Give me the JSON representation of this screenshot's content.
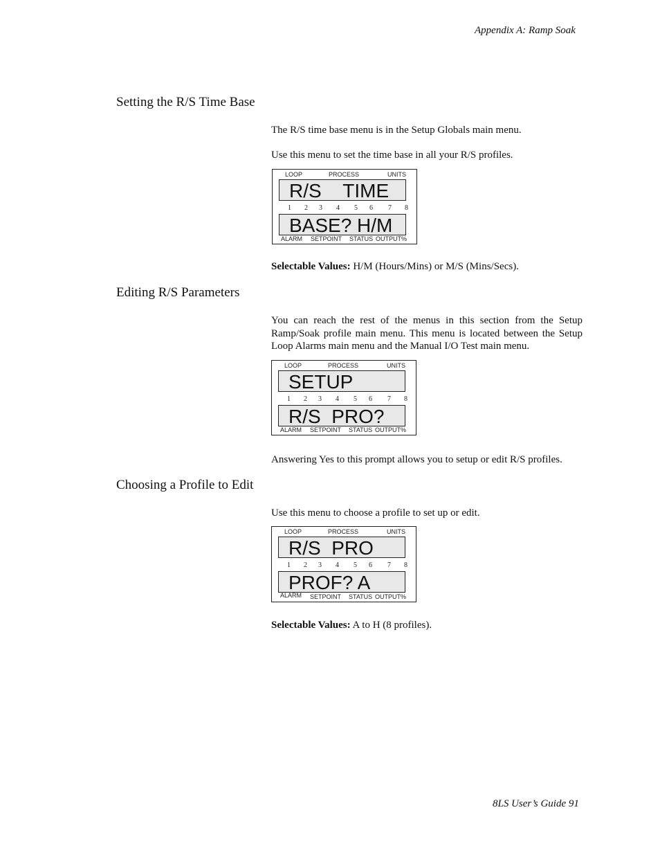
{
  "header": {
    "title": "Appendix A: Ramp Soak"
  },
  "footer": {
    "text": "8LS User’s Guide 91"
  },
  "sections": [
    {
      "heading": "Setting the R/S Time Base",
      "paragraphs": [
        "The R/S time base menu is in the Setup Globals main menu.",
        "Use this menu to set the time base in all your R/S profiles."
      ],
      "display": {
        "line1": "R/S    TIME",
        "line2": "BASE? H/M"
      },
      "after": {
        "label": "Selectable Values:",
        "text": " H/M (Hours/Mins) or M/S (Mins/Secs)."
      }
    },
    {
      "heading": "Editing R/S Parameters",
      "paragraphs": [
        "You can reach the rest of the menus in this section from the Setup Ramp/Soak profile main menu. This menu is located between the Setup Loop Alarms main menu and the Manual I/O Test main menu."
      ],
      "display": {
        "line1": "SETUP",
        "line2": "R/S  PRO?"
      },
      "after": {
        "label": "",
        "text": "Answering Yes to this prompt allows you to setup or edit R/S profiles."
      }
    },
    {
      "heading": "Choosing a Profile to Edit",
      "paragraphs": [
        "Use this menu to choose a profile to set up or edit."
      ],
      "display": {
        "line1": "R/S  PRO",
        "line2": "PROF? A"
      },
      "after": {
        "label": "Selectable Values:",
        "text": " A to H (8 profiles)."
      }
    }
  ],
  "lcd_labels": {
    "loop": "LOOP",
    "process": "PROCESS",
    "units": "UNITS",
    "alarm": "ALARM",
    "setpoint": "SETPOINT",
    "status": "STATUS",
    "output": "OUTPUT%",
    "numbers": [
      "1",
      "2",
      "3",
      "4",
      "5",
      "6",
      "7",
      "8"
    ]
  }
}
